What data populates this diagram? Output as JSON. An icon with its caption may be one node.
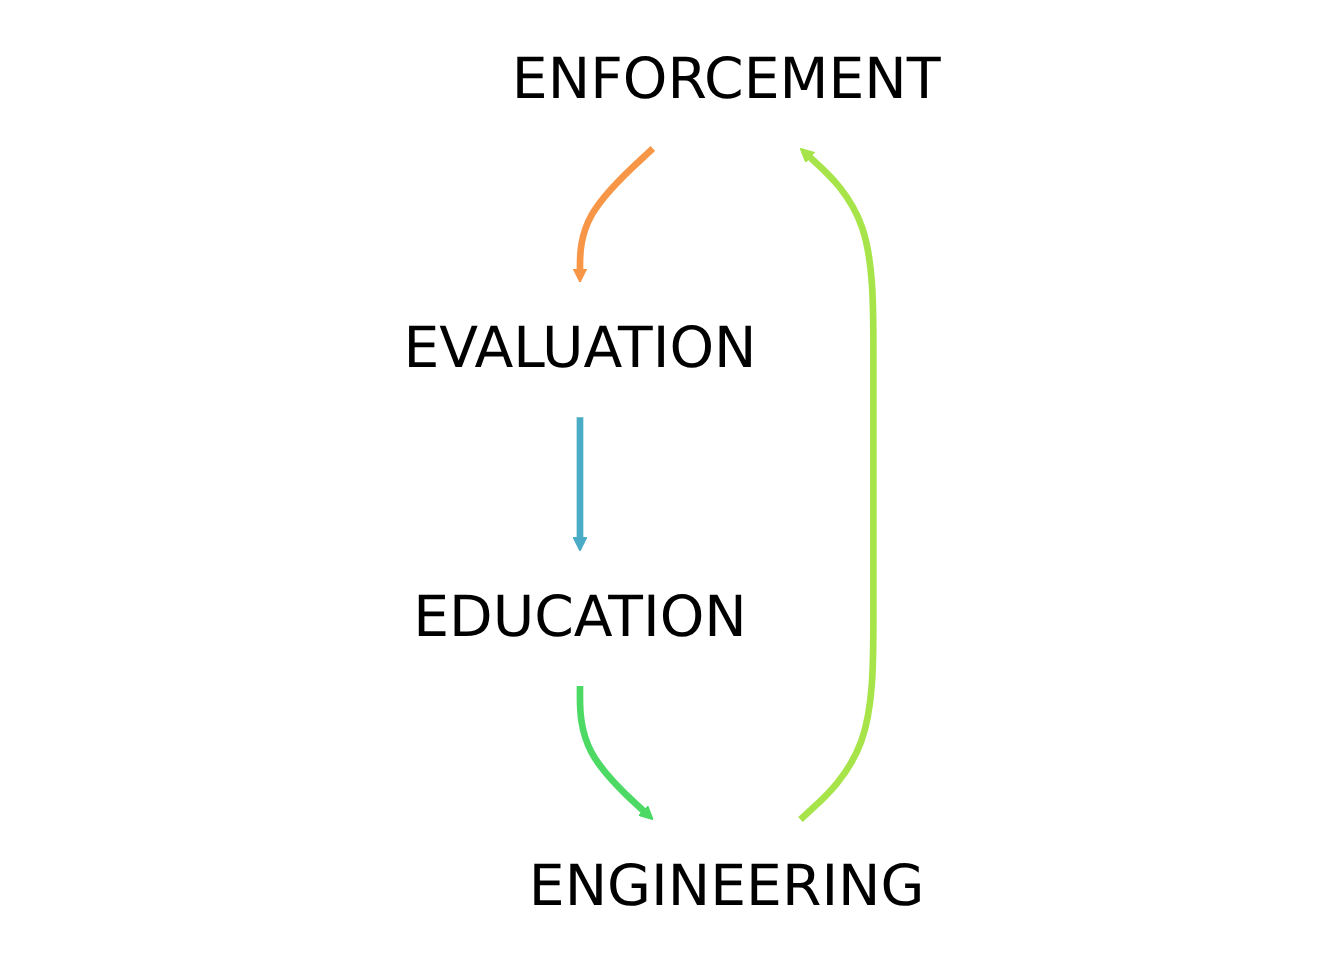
{
  "diagram": {
    "nodes": [
      {
        "text": [
          "ENFORCEMENT"
        ]
      },
      {
        "text": [
          "EVALUATION"
        ]
      },
      {
        "text": [
          "ENGINEERING"
        ]
      },
      {
        "text": [
          "EDUCATION"
        ]
      }
    ],
    "edges": [
      {
        "from": 0,
        "to": 1,
        "arrow": "to",
        "color": "#f79646"
      },
      {
        "from": 1,
        "to": 3,
        "arrow": "to",
        "color": "#4bacc6"
      },
      {
        "from": 3,
        "to": 2,
        "arrow": "to",
        "color": "#4cd964"
      },
      {
        "from": 2,
        "to": 0,
        "arrow": "to",
        "color": "#a6e44a"
      }
    ]
  }
}
